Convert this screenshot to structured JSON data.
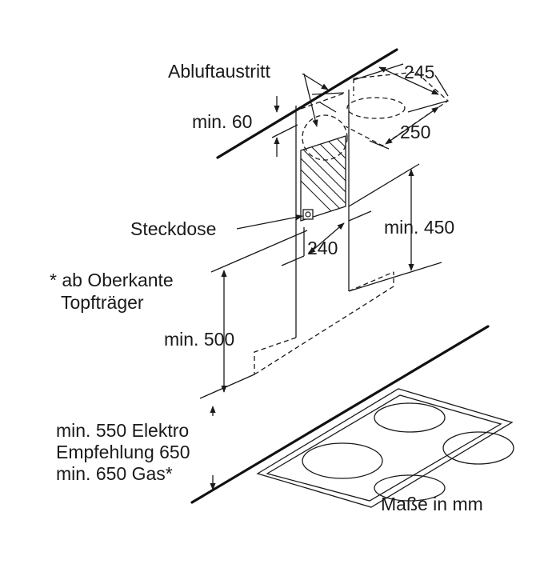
{
  "labels": {
    "exhaust_outlet": "Abluftaustritt",
    "socket": "Steckdose",
    "min_60": "min. 60",
    "dim_245": "245",
    "dim_250": "250",
    "dim_240": "240",
    "min_450": "min. 450",
    "top_edge_line1": "* ab Oberkante",
    "top_edge_line2": "Topfträger",
    "min_500": "min. 500",
    "elektro": "min. 550 Elektro",
    "recommendation": "Empfehlung 650",
    "gas": "min. 650 Gas*",
    "units": "Maße in mm"
  }
}
